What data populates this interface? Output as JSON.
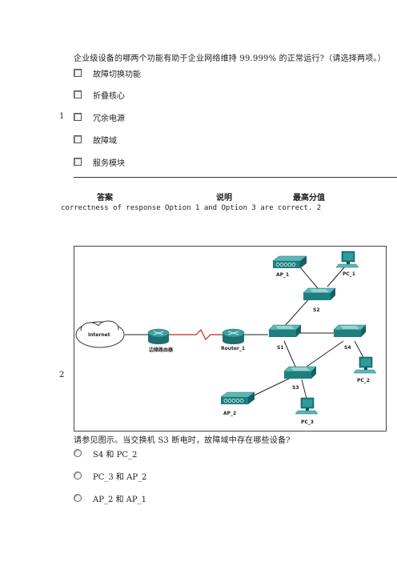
{
  "q1": {
    "number": "1",
    "question": "企业级设备的哪两个功能有助于企业网络维持 99.999% 的正常运行?（请选择两项。）",
    "options": [
      "故障切换功能",
      "折叠核心",
      "冗余电源",
      "故障域",
      "服务模块"
    ],
    "answer_table": {
      "headers": [
        "答案",
        "说明",
        "最高分值"
      ],
      "row": [
        "correctness of response",
        "Option 1 and Option 3 are correct.",
        "2"
      ]
    }
  },
  "q2": {
    "number": "2",
    "diagram_labels": {
      "internet": "Internet",
      "edge_router": "边缘路由器",
      "router": "Router_1",
      "s1": "S1",
      "s2": "S2",
      "s3": "S3",
      "s4": "S4",
      "ap1": "AP_1",
      "ap2": "AP_2",
      "pc1": "PC_1",
      "pc2": "PC_2",
      "pc3": "PC_3"
    },
    "question": "请参见图示。当交换机 S3 断电时，故障域中存在哪些设备?",
    "options": [
      "S4 和 PC_2",
      "PC_3 和 AP_2",
      "AP_2 和 AP_1"
    ]
  },
  "colors": {
    "device": "#2a8a8a",
    "wan_link": "#cc2222",
    "link": "#222222"
  }
}
